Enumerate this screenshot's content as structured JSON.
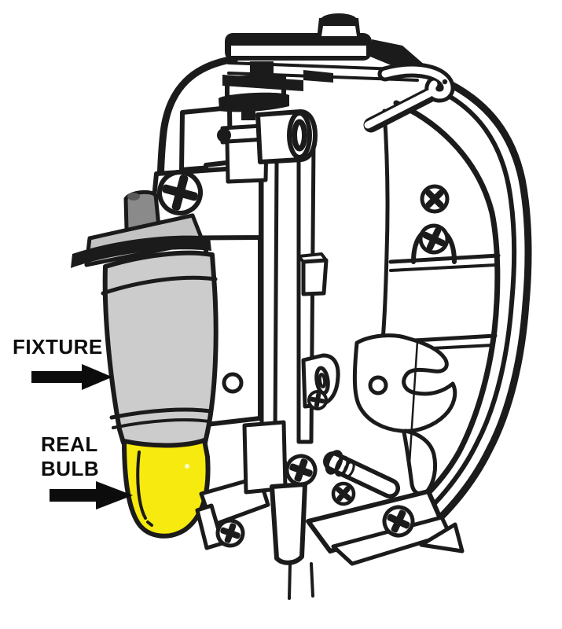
{
  "labels": {
    "fixture": "FIXTURE",
    "bulb_line1": "REAL",
    "bulb_line2": "BULB"
  },
  "icons": {
    "fixture_arrow": "right-arrow",
    "bulb_arrow": "right-arrow"
  },
  "colors": {
    "background": "#ffffff",
    "line": "#1b1b1b",
    "fixture_gray": "#cccccc",
    "fixture_cap_gray": "#c3c3c3",
    "fixture_nub_gray": "#8a8a8a",
    "bulb_yellow": "#f7ea0e",
    "label_text": "#0c0c0c",
    "arrow": "#0c0c0c"
  }
}
